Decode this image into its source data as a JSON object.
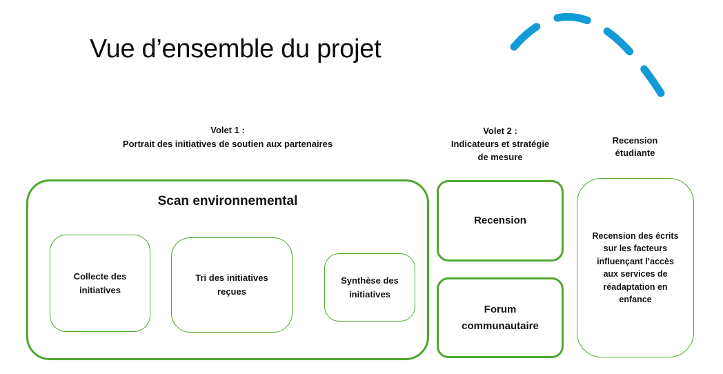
{
  "title": "Vue d’ensemble du projet",
  "colors": {
    "green_border": "#4EA72E",
    "blue": "#129BD7",
    "arrow": "#000000",
    "text": "#131313",
    "background": "#ffffff"
  },
  "headers": {
    "volet1": "Volet 1 :\nPortrait des initiatives de soutien aux partenaires",
    "volet2": "Volet 2 :\nIndicateurs et stratégie\nde mesure",
    "recension_etudiante": "Recension\nétudiante"
  },
  "scan": {
    "title": "Scan environnemental",
    "steps": [
      {
        "label": "Collecte des\ninitiatives"
      },
      {
        "label": "Tri des initiatives\nreçues"
      },
      {
        "label": "Synthèse des\ninitiatives"
      }
    ]
  },
  "volet2_boxes": [
    {
      "label": "Recension"
    },
    {
      "label": "Forum\ncommunautaire"
    }
  ],
  "student_box": {
    "label": "Recension des écrits\nsur les facteurs\ninfluençant l’accès\naux services de\nréadaptation en\nenfance"
  },
  "decor": {
    "arc": "blue-dashed-arc"
  }
}
